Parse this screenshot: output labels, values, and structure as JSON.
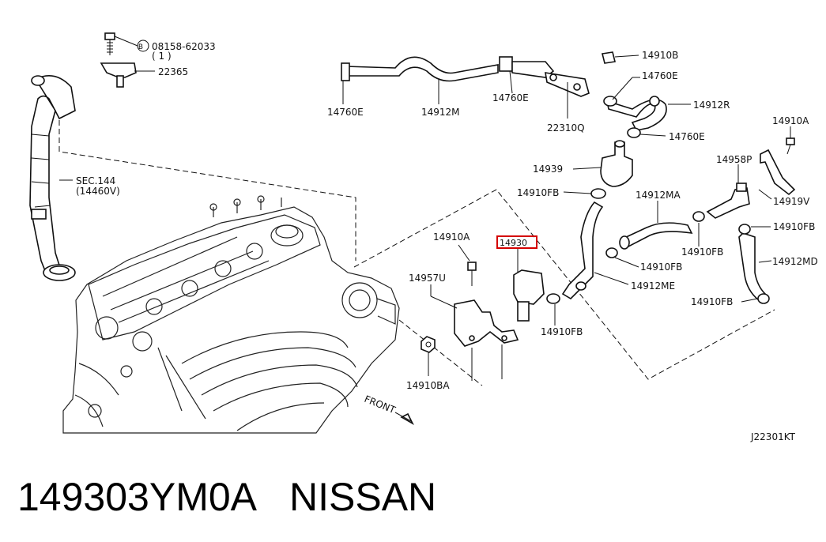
{
  "callouts": {
    "bolt_label": "08158-62033",
    "bolt_qty": "( 1 )",
    "bolt_prefix": "B",
    "p22365": "22365",
    "p14760E_a": "14760E",
    "p14912M": "14912M",
    "p14760E_b": "14760E",
    "p22310Q": "22310Q",
    "p14910B": "14910B",
    "p14760E_c": "14760E",
    "p14912R": "14912R",
    "p14760E_d": "14760E",
    "p14910A_r": "14910A",
    "sec144": "SEC.144",
    "sec144_sub": "(14460V)",
    "p14939": "14939",
    "p14958P": "14958P",
    "p14910FB_a": "14910FB",
    "p14912MA": "14912MA",
    "p14919V": "14919V",
    "p14910FB_r": "14910FB",
    "p14910A_m": "14910A",
    "p14930": "14930",
    "p14910FB_b": "14910FB",
    "p14912MD": "14912MD",
    "p14957U": "14957U",
    "p14910FB_c": "14910FB",
    "p14912ME": "14912ME",
    "p14910FB_d": "14910FB",
    "p14910FB_e": "14910FB",
    "p14910BA": "14910BA",
    "front": "FRONT",
    "figure_code": "J22301KT"
  },
  "caption": {
    "part_number": "149303YM0A",
    "brand": "NISSAN"
  },
  "highlight_color": "#d40000"
}
